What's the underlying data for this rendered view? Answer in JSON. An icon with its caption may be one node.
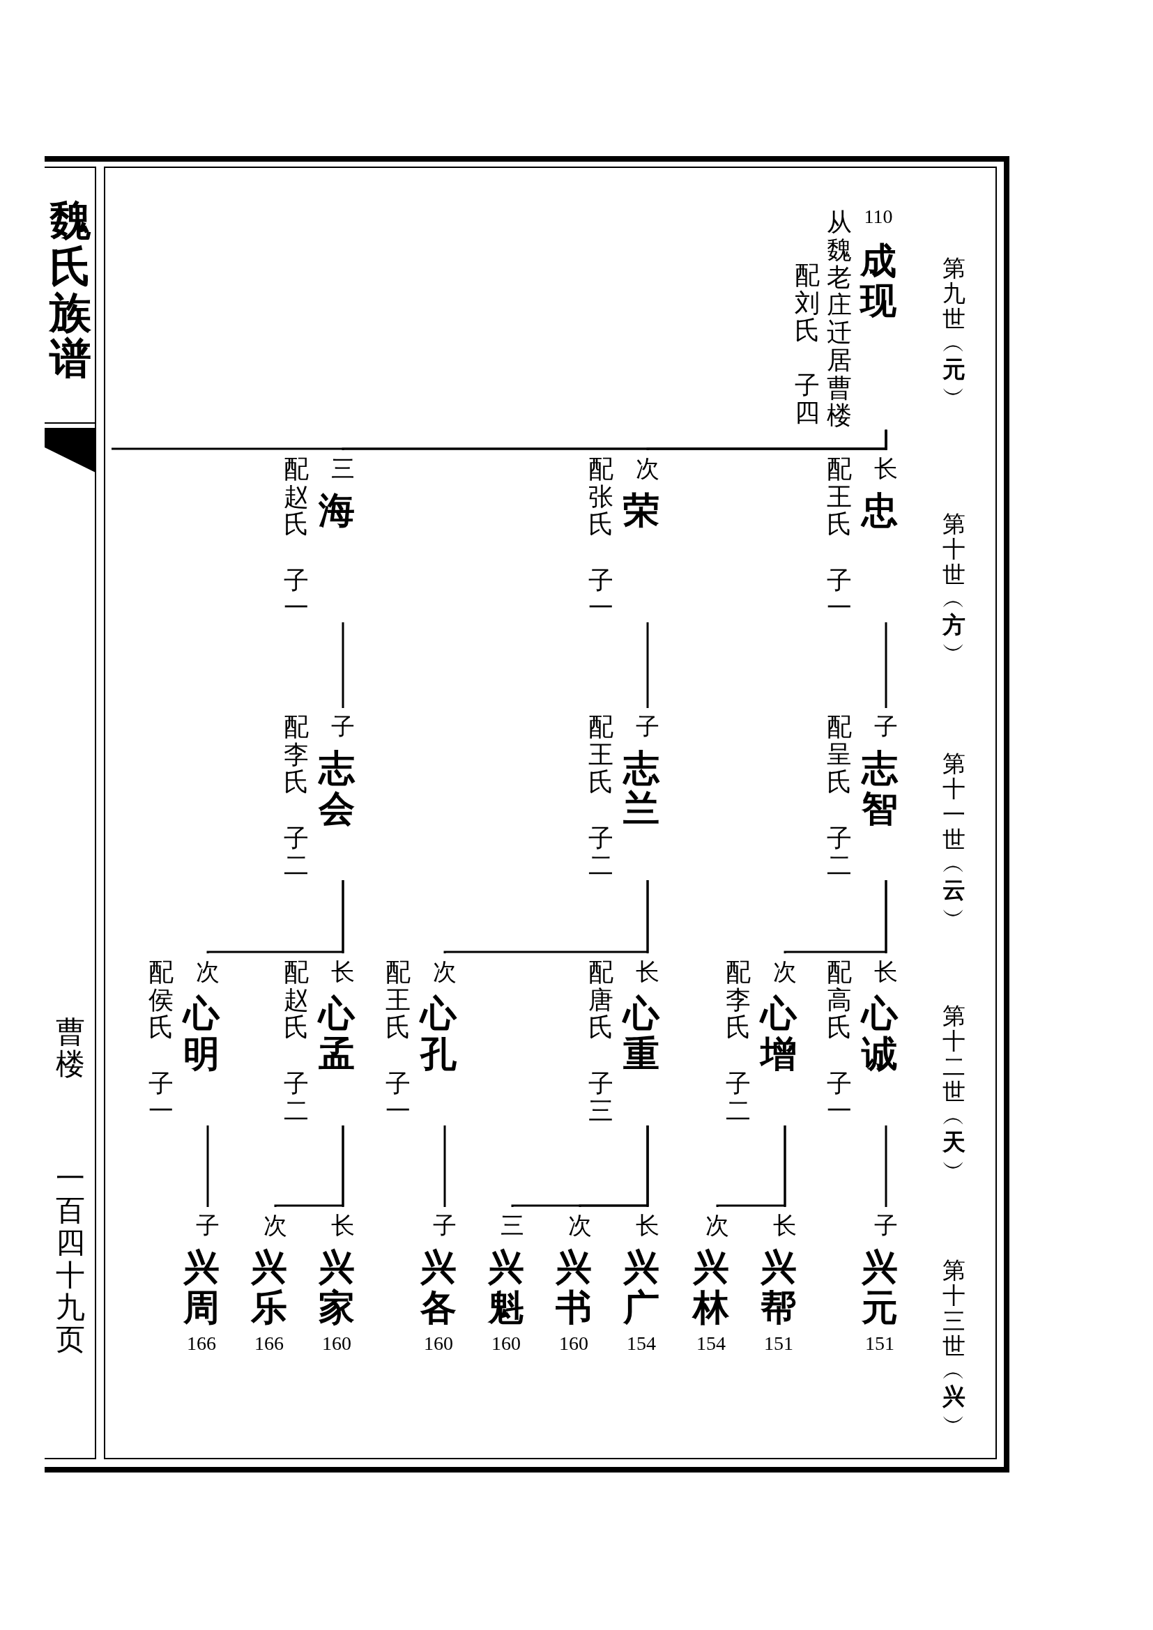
{
  "diagram": {
    "title": "魏氏族谱",
    "nodes": [
      {
        "text": [
          "110",
          "成现",
          "从魏老庄迁居曹楼",
          "配刘氏",
          "子四"
        ]
      },
      {
        "text": [
          "长",
          "忠",
          "配王氏",
          "子一"
        ]
      },
      {
        "text": [
          "次",
          "荣",
          "配张氏",
          "子一"
        ]
      },
      {
        "text": [
          "三",
          "海",
          "配赵氏",
          "子一"
        ]
      },
      {
        "text": [
          "子",
          "志智",
          "配呈氏",
          "子二"
        ]
      },
      {
        "text": [
          "子",
          "志兰",
          "配王氏",
          "子二"
        ]
      },
      {
        "text": [
          "子",
          "志会",
          "配李氏",
          "子二"
        ]
      },
      {
        "text": [
          "长",
          "心诚",
          "配高氏",
          "子一"
        ]
      },
      {
        "text": [
          "次",
          "心增",
          "配李氏",
          "子二"
        ]
      },
      {
        "text": [
          "长",
          "心重",
          "配唐氏",
          "子三"
        ]
      },
      {
        "text": [
          "次",
          "心孔",
          "配王氏",
          "子一"
        ]
      },
      {
        "text": [
          "长",
          "心孟",
          "配赵氏",
          "子二"
        ]
      },
      {
        "text": [
          "次",
          "心明",
          "配侯氏",
          "子一"
        ]
      },
      {
        "text": [
          "子",
          "兴元",
          "151"
        ]
      },
      {
        "text": [
          "长",
          "兴帮",
          "151"
        ]
      },
      {
        "text": [
          "次",
          "兴林",
          "154"
        ]
      },
      {
        "text": [
          "长",
          "兴广",
          "154"
        ]
      },
      {
        "text": [
          "次",
          "兴书",
          "160"
        ]
      },
      {
        "text": [
          "三",
          "兴魁",
          "160"
        ]
      },
      {
        "text": [
          "子",
          "兴各",
          "160"
        ]
      },
      {
        "text": [
          "长",
          "兴家",
          "160"
        ]
      },
      {
        "text": [
          "次",
          "兴乐",
          "166"
        ]
      },
      {
        "text": [
          "子",
          "兴周",
          "166"
        ]
      }
    ],
    "edges": [
      {
        "from": 0,
        "to": 1,
        "arrow": "none"
      },
      {
        "from": 0,
        "to": 2,
        "arrow": "none"
      },
      {
        "from": 0,
        "to": 3,
        "arrow": "none"
      },
      {
        "from": 0,
        "to": null,
        "arrow": "none"
      },
      {
        "from": 1,
        "to": 4,
        "arrow": "none"
      },
      {
        "from": 2,
        "to": 5,
        "arrow": "none"
      },
      {
        "from": 3,
        "to": 6,
        "arrow": "none"
      },
      {
        "from": 4,
        "to": 7,
        "arrow": "none"
      },
      {
        "from": 4,
        "to": 8,
        "arrow": "none"
      },
      {
        "from": 5,
        "to": 9,
        "arrow": "none"
      },
      {
        "from": 5,
        "to": 10,
        "arrow": "none"
      },
      {
        "from": 6,
        "to": 11,
        "arrow": "none"
      },
      {
        "from": 6,
        "to": 12,
        "arrow": "none"
      },
      {
        "from": 7,
        "to": 13,
        "arrow": "none"
      },
      {
        "from": 8,
        "to": 14,
        "arrow": "none"
      },
      {
        "from": 8,
        "to": 15,
        "arrow": "none"
      },
      {
        "from": 9,
        "to": 16,
        "arrow": "none"
      },
      {
        "from": 9,
        "to": 17,
        "arrow": "none"
      },
      {
        "from": 9,
        "to": 18,
        "arrow": "none"
      },
      {
        "from": 10,
        "to": 19,
        "arrow": "none"
      },
      {
        "from": 11,
        "to": 20,
        "arrow": "none"
      },
      {
        "from": 11,
        "to": 21,
        "arrow": "none"
      },
      {
        "from": 12,
        "to": 22,
        "arrow": "none"
      }
    ],
    "labels": [
      "第九世︵**元**︶",
      "第十世︵**方**︶",
      "第十一世︵**云**︶",
      "第十二世︵**天**︶",
      "第十三世︵**兴**︶",
      "曹楼",
      "一百四十九页"
    ]
  }
}
